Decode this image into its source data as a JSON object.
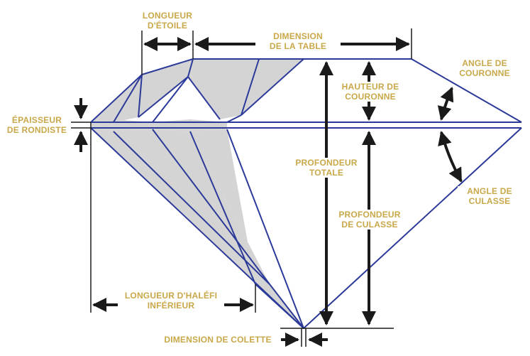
{
  "colors": {
    "outline": "#2b3a99",
    "facet_fill": "#d4d4d4",
    "label_text": "#c9a84a",
    "measure": "#1a1a1a"
  },
  "labels": {
    "star_length": "LONGUEUR\nD'ÉTOILE",
    "table_size": "DIMENSION\nDE LA TABLE",
    "crown_height": "HAUTEUR DE\nCOURONNE",
    "crown_angle": "ANGLE DE\nCOURONNE",
    "girdle_thickness": "ÉPAISSEUR\nDE RONDISTE",
    "total_depth": "PROFONDEUR\nTOTALE",
    "pavilion_angle": "ANGLE DE\nCULASSE",
    "pavilion_depth": "PROFONDEUR\nDE CULASSE",
    "lower_half_length": "LONGUEUR D'HALÉFI\nINFÉRIEUR",
    "culet_size": "DIMENSION DE COLETTE"
  }
}
